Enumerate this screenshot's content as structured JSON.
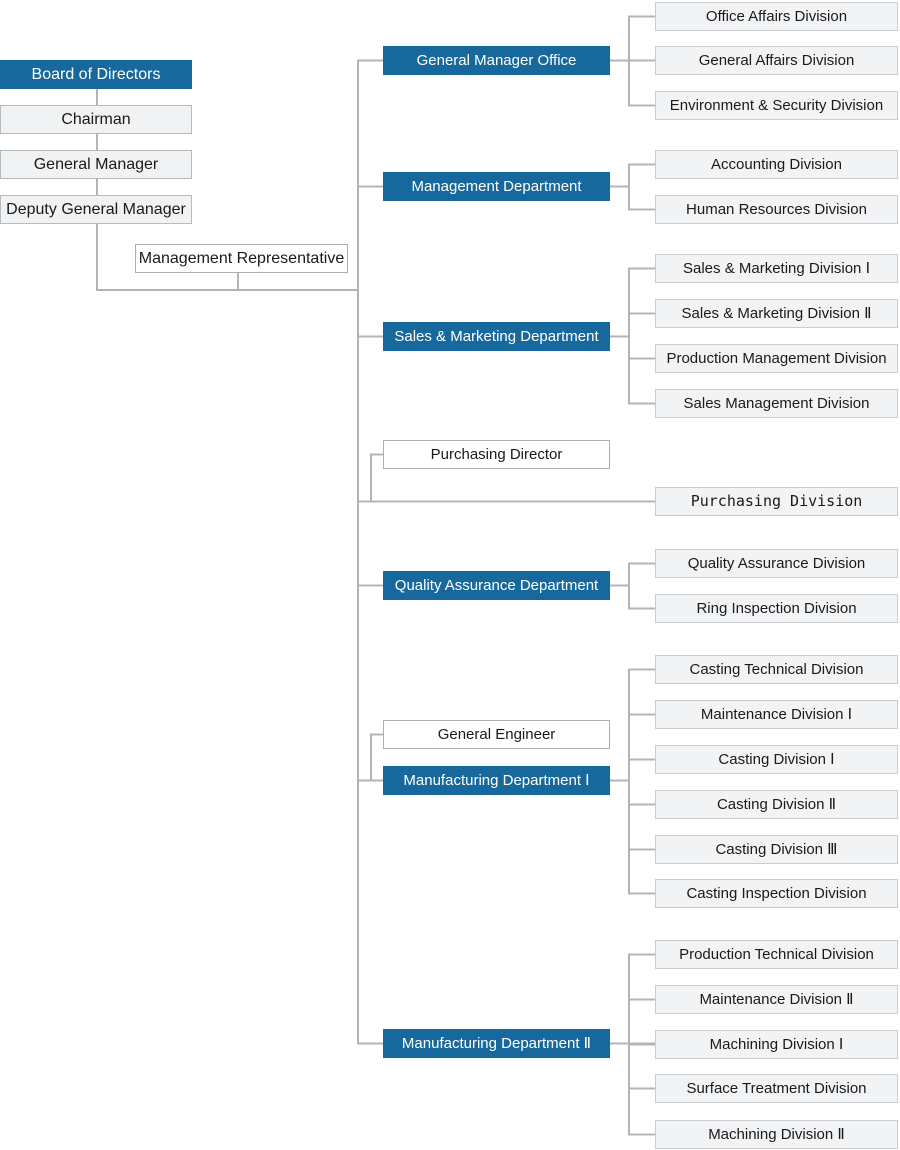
{
  "executive": {
    "board_of_directors": "Board of Directors",
    "chairman": "Chairman",
    "general_manager": "General Manager",
    "deputy_general_manager": "Deputy General Manager",
    "management_representative": "Management Representative"
  },
  "purchasing": {
    "director": "Purchasing Director",
    "division": "Purchasing Division"
  },
  "engineering": {
    "general_engineer": "General Engineer"
  },
  "departments": [
    {
      "label": "General Manager Office",
      "divisions": [
        "Office Affairs Division",
        "General Affairs Division",
        "Environment & Security Division"
      ]
    },
    {
      "label": "Management Department",
      "divisions": [
        "Accounting Division",
        "Human Resources Division"
      ]
    },
    {
      "label": "Sales & Marketing Department",
      "divisions": [
        "Sales & Marketing Division Ⅰ",
        "Sales & Marketing Division Ⅱ",
        "Production Management Division",
        "Sales Management Division"
      ]
    },
    {
      "label": "Quality Assurance Department",
      "divisions": [
        "Quality Assurance Division",
        "Ring Inspection Division"
      ]
    },
    {
      "label": "Manufacturing Department Ⅰ",
      "divisions": [
        "Casting Technical Division",
        "Maintenance Division Ⅰ",
        "Casting Division Ⅰ",
        "Casting Division Ⅱ",
        "Casting Division Ⅲ",
        "Casting Inspection Division"
      ]
    },
    {
      "label": "Manufacturing Department Ⅱ",
      "divisions": [
        "Production Technical Division",
        "Maintenance Division Ⅱ",
        "Machining Division Ⅰ",
        "Surface Treatment Division",
        "Machining Division Ⅱ"
      ]
    }
  ],
  "colors": {
    "department_fill": "#17699d",
    "department_text": "#ffffff",
    "division_fill": "#f2f3f5",
    "division_border": "#c9cdd0",
    "executive_fill": "#f0f2f4",
    "connector": "#b4b4b4"
  }
}
